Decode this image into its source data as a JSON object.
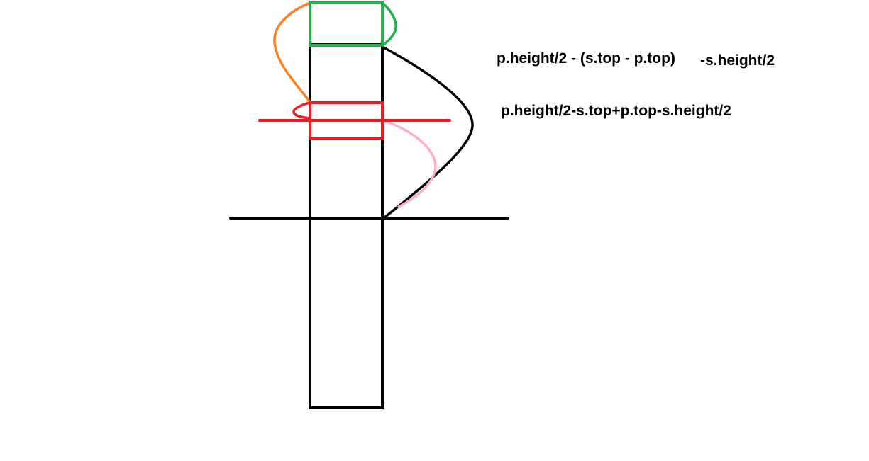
{
  "annotations": {
    "formula_1_main": "p.height/2 - (s.top - p.top)",
    "formula_1_tail": "-s.height/2",
    "formula_2": "p.height/2-s.top+p.top-s.height/2"
  },
  "colors": {
    "background": "#ffffff",
    "parent_outline": "#000000",
    "top_child_outline": "#22b14c",
    "middle_child_outline": "#ed1c24",
    "orange_brace": "#ff7f27",
    "pink_brace": "#ffaec9",
    "black_brace": "#000000"
  }
}
